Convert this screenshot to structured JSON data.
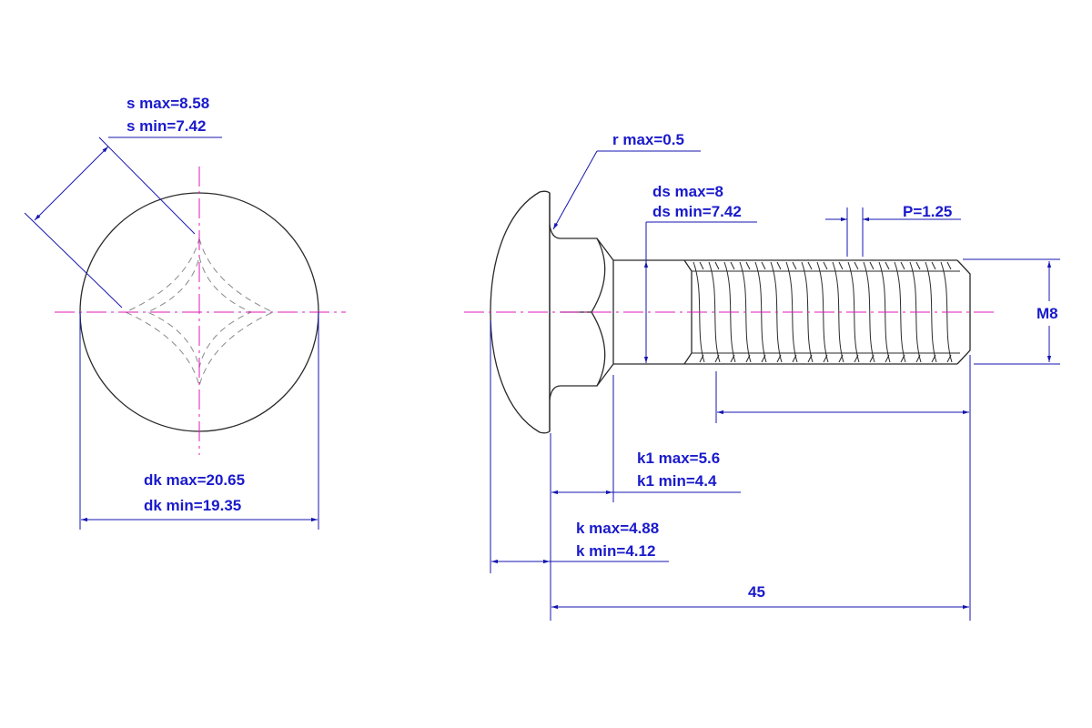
{
  "colors": {
    "outline": "#2a2a2a",
    "dimension": "#1515b0",
    "text": "#1a1acc",
    "centerline": "#e01ab8",
    "hidden": "#888888"
  },
  "labels": {
    "s_max": "s max=8.58",
    "s_min": "s min=7.42",
    "r_max": "r max=0.5",
    "ds_max": "ds max=8",
    "ds_min": "ds min=7.42",
    "pitch": "P=1.25",
    "thread": "M8",
    "dk_max": "dk max=20.65",
    "dk_min": "dk min=19.35",
    "k1_max": "k1 max=5.6",
    "k1_min": "k1 min=4.4",
    "k_max": "k max=4.88",
    "k_min": "k min=4.12",
    "length": "45"
  }
}
